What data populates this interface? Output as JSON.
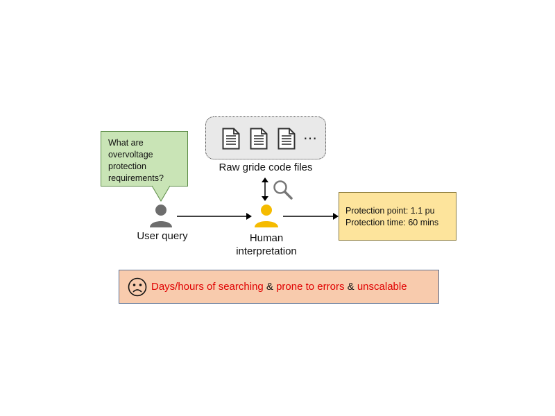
{
  "user": {
    "query_text": "What are overvoltage protection requirements?",
    "label": "User query"
  },
  "files": {
    "label": "Raw gride code files",
    "more_indicator": "⋯",
    "icon": "document-icon"
  },
  "human": {
    "label_line1": "Human",
    "label_line2": "interpretation"
  },
  "output": {
    "line1": "Protection point: 1.1 pu",
    "line2": "Protection time: 60 mins"
  },
  "summary": {
    "icon": "sad-face-icon",
    "part1": "Days/hours of searching",
    "sep1": " & ",
    "part2": "prone to errors",
    "sep2": " & ",
    "part3": "unscalable"
  },
  "colors": {
    "bubble_fill": "#c9e4b6",
    "person_user": "#6d6d6d",
    "person_human": "#f5bb00",
    "output_fill": "#fde49c",
    "summary_fill": "#f8cbad",
    "problem_text": "#e00000"
  }
}
